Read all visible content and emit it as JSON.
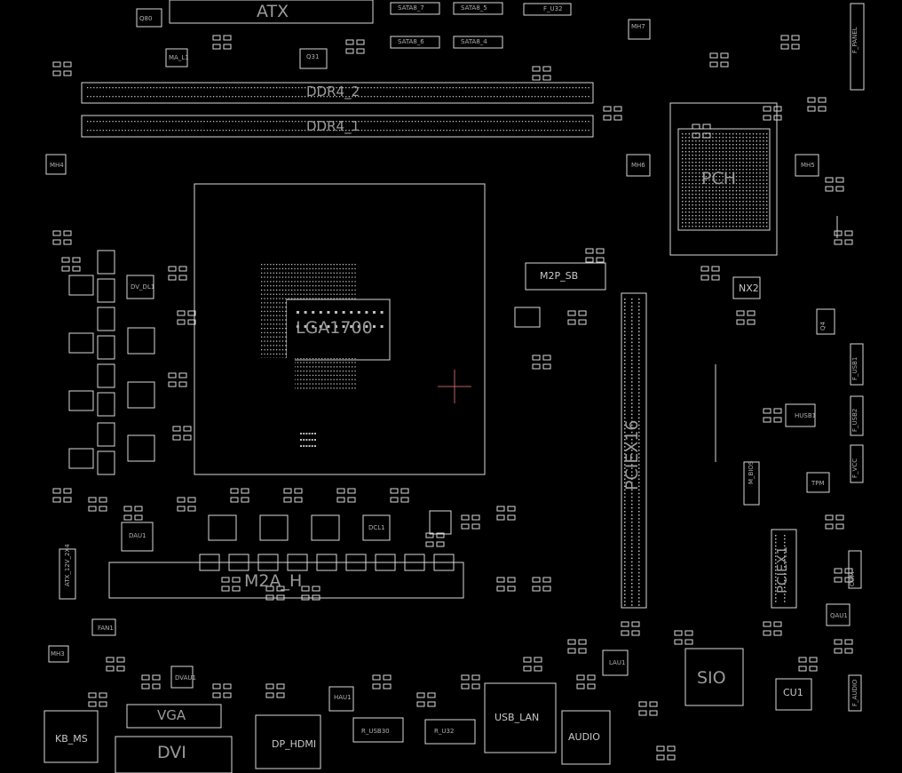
{
  "palette": {
    "background": "#000000",
    "outline": "#d9d9d9",
    "pin": "#bfbfbf",
    "crosshair": "#c06060"
  },
  "labels": {
    "atx": "ATX",
    "q80": "Q80",
    "sata7": "SATA8_7",
    "sata5": "SATA8_5",
    "sata6": "SATA8_6",
    "sata4": "SATA8_4",
    "fu32": "F_U32",
    "mh7": "MH7",
    "fpanel": "F_PANEL",
    "ma_l1": "MA_L1",
    "q31": "Q31",
    "ddr4_2": "DDR4_2",
    "ddr4_1": "DDR4_1",
    "mh4": "MH4",
    "mh6": "MH6",
    "mh5": "MH5",
    "pch": "PCH",
    "lga": "LGA1700",
    "m2p_sb": "M2P_SB",
    "nx2": "NX2",
    "q4": "Q4",
    "dv_dl1": "DV_DL1",
    "pciex16": "PCIEX16",
    "f_usb1": "F_USB1",
    "f_usb2": "F_USB2",
    "husb1": "HUSB1",
    "m_bios": "M_BIOS",
    "tpm": "TPM",
    "f_vcc": "F_VCC",
    "pciex1": "PCIEX1",
    "com": "COM",
    "atx12v": "ATX_12V_2X4",
    "dau1": "DAU1",
    "dcl1": "DCL1",
    "m2a_h": "M2A_H",
    "qau1": "QAU1",
    "sio": "SIO",
    "cu1": "CU1",
    "f_audio": "F_AUDIO",
    "mh3": "MH3",
    "fan1": "FAN1",
    "vga": "VGA",
    "dvi": "DVI",
    "kb_ms": "KB_MS",
    "dp_hdmi": "DP_HDMI",
    "r_usb30": "R_USB30",
    "r_u32": "R_U32",
    "usb_lan": "USB_LAN",
    "audio": "AUDIO",
    "lau1": "LAU1",
    "hau1": "HAU1",
    "dvau1": "DVAU1"
  }
}
